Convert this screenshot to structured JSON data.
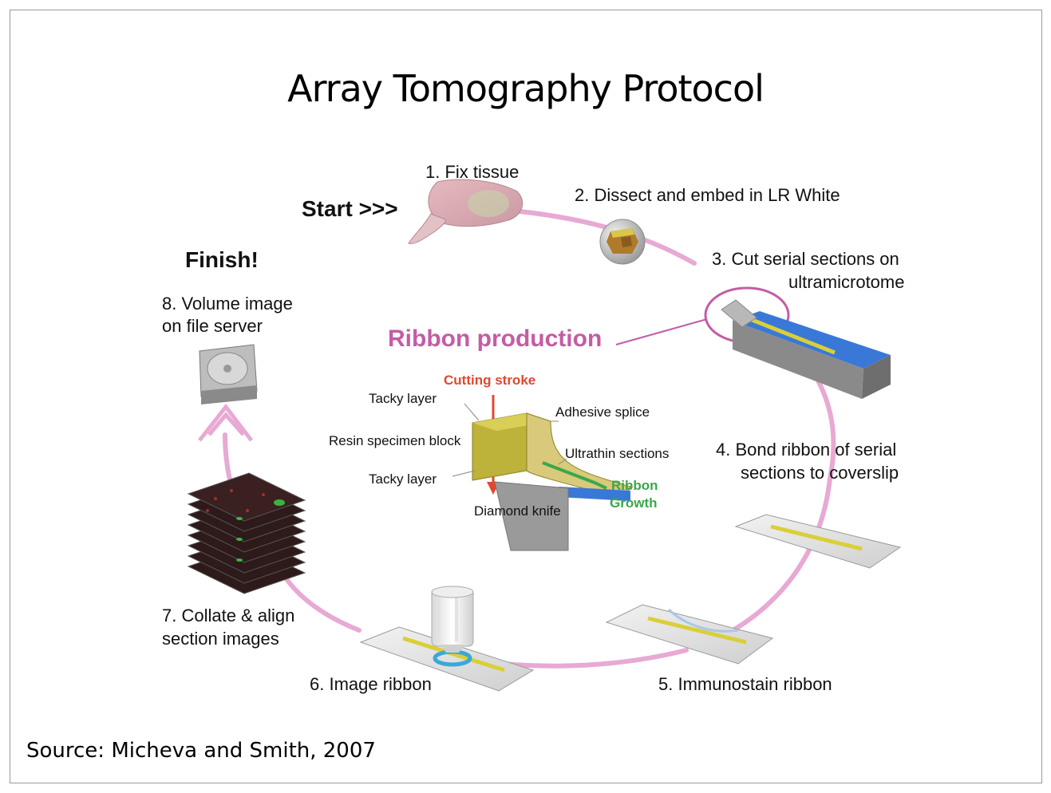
{
  "title": "Array Tomography Protocol",
  "start_label": "Start >>>",
  "finish_label": "Finish!",
  "steps": [
    "1. Fix tissue",
    "2. Dissect and embed in LR White",
    "3. Cut serial sections on",
    "ultramicrotome",
    "4. Bond ribbon of serial",
    "sections to coverslip",
    "5. Immunostain ribbon",
    "6. Image ribbon",
    "7. Collate & align",
    "section images",
    "8. Volume image",
    "on file server"
  ],
  "ribbon_production": "Ribbon production",
  "inset": {
    "cutting_stroke": "Cutting stroke",
    "tacky_layer_top": "Tacky layer",
    "adhesive_splice": "Adhesive splice",
    "resin_block": "Resin specimen block",
    "ultrathin_sections": "Ultrathin sections",
    "tacky_layer_bottom": "Tacky layer",
    "ribbon_growth_1": "Ribbon",
    "ribbon_growth_2": "Growth",
    "diamond_knife": "Diamond knife"
  },
  "source": "Source:  Micheva and Smith, 2007",
  "colors": {
    "cycle_arrow": "#e8a9d4",
    "ribbon_label": "#c45ca5",
    "cutting_stroke": "#e0482e",
    "ribbon_growth": "#3aa84a",
    "boat_water": "#3a78d8",
    "section_strip": "#d9cf38"
  }
}
